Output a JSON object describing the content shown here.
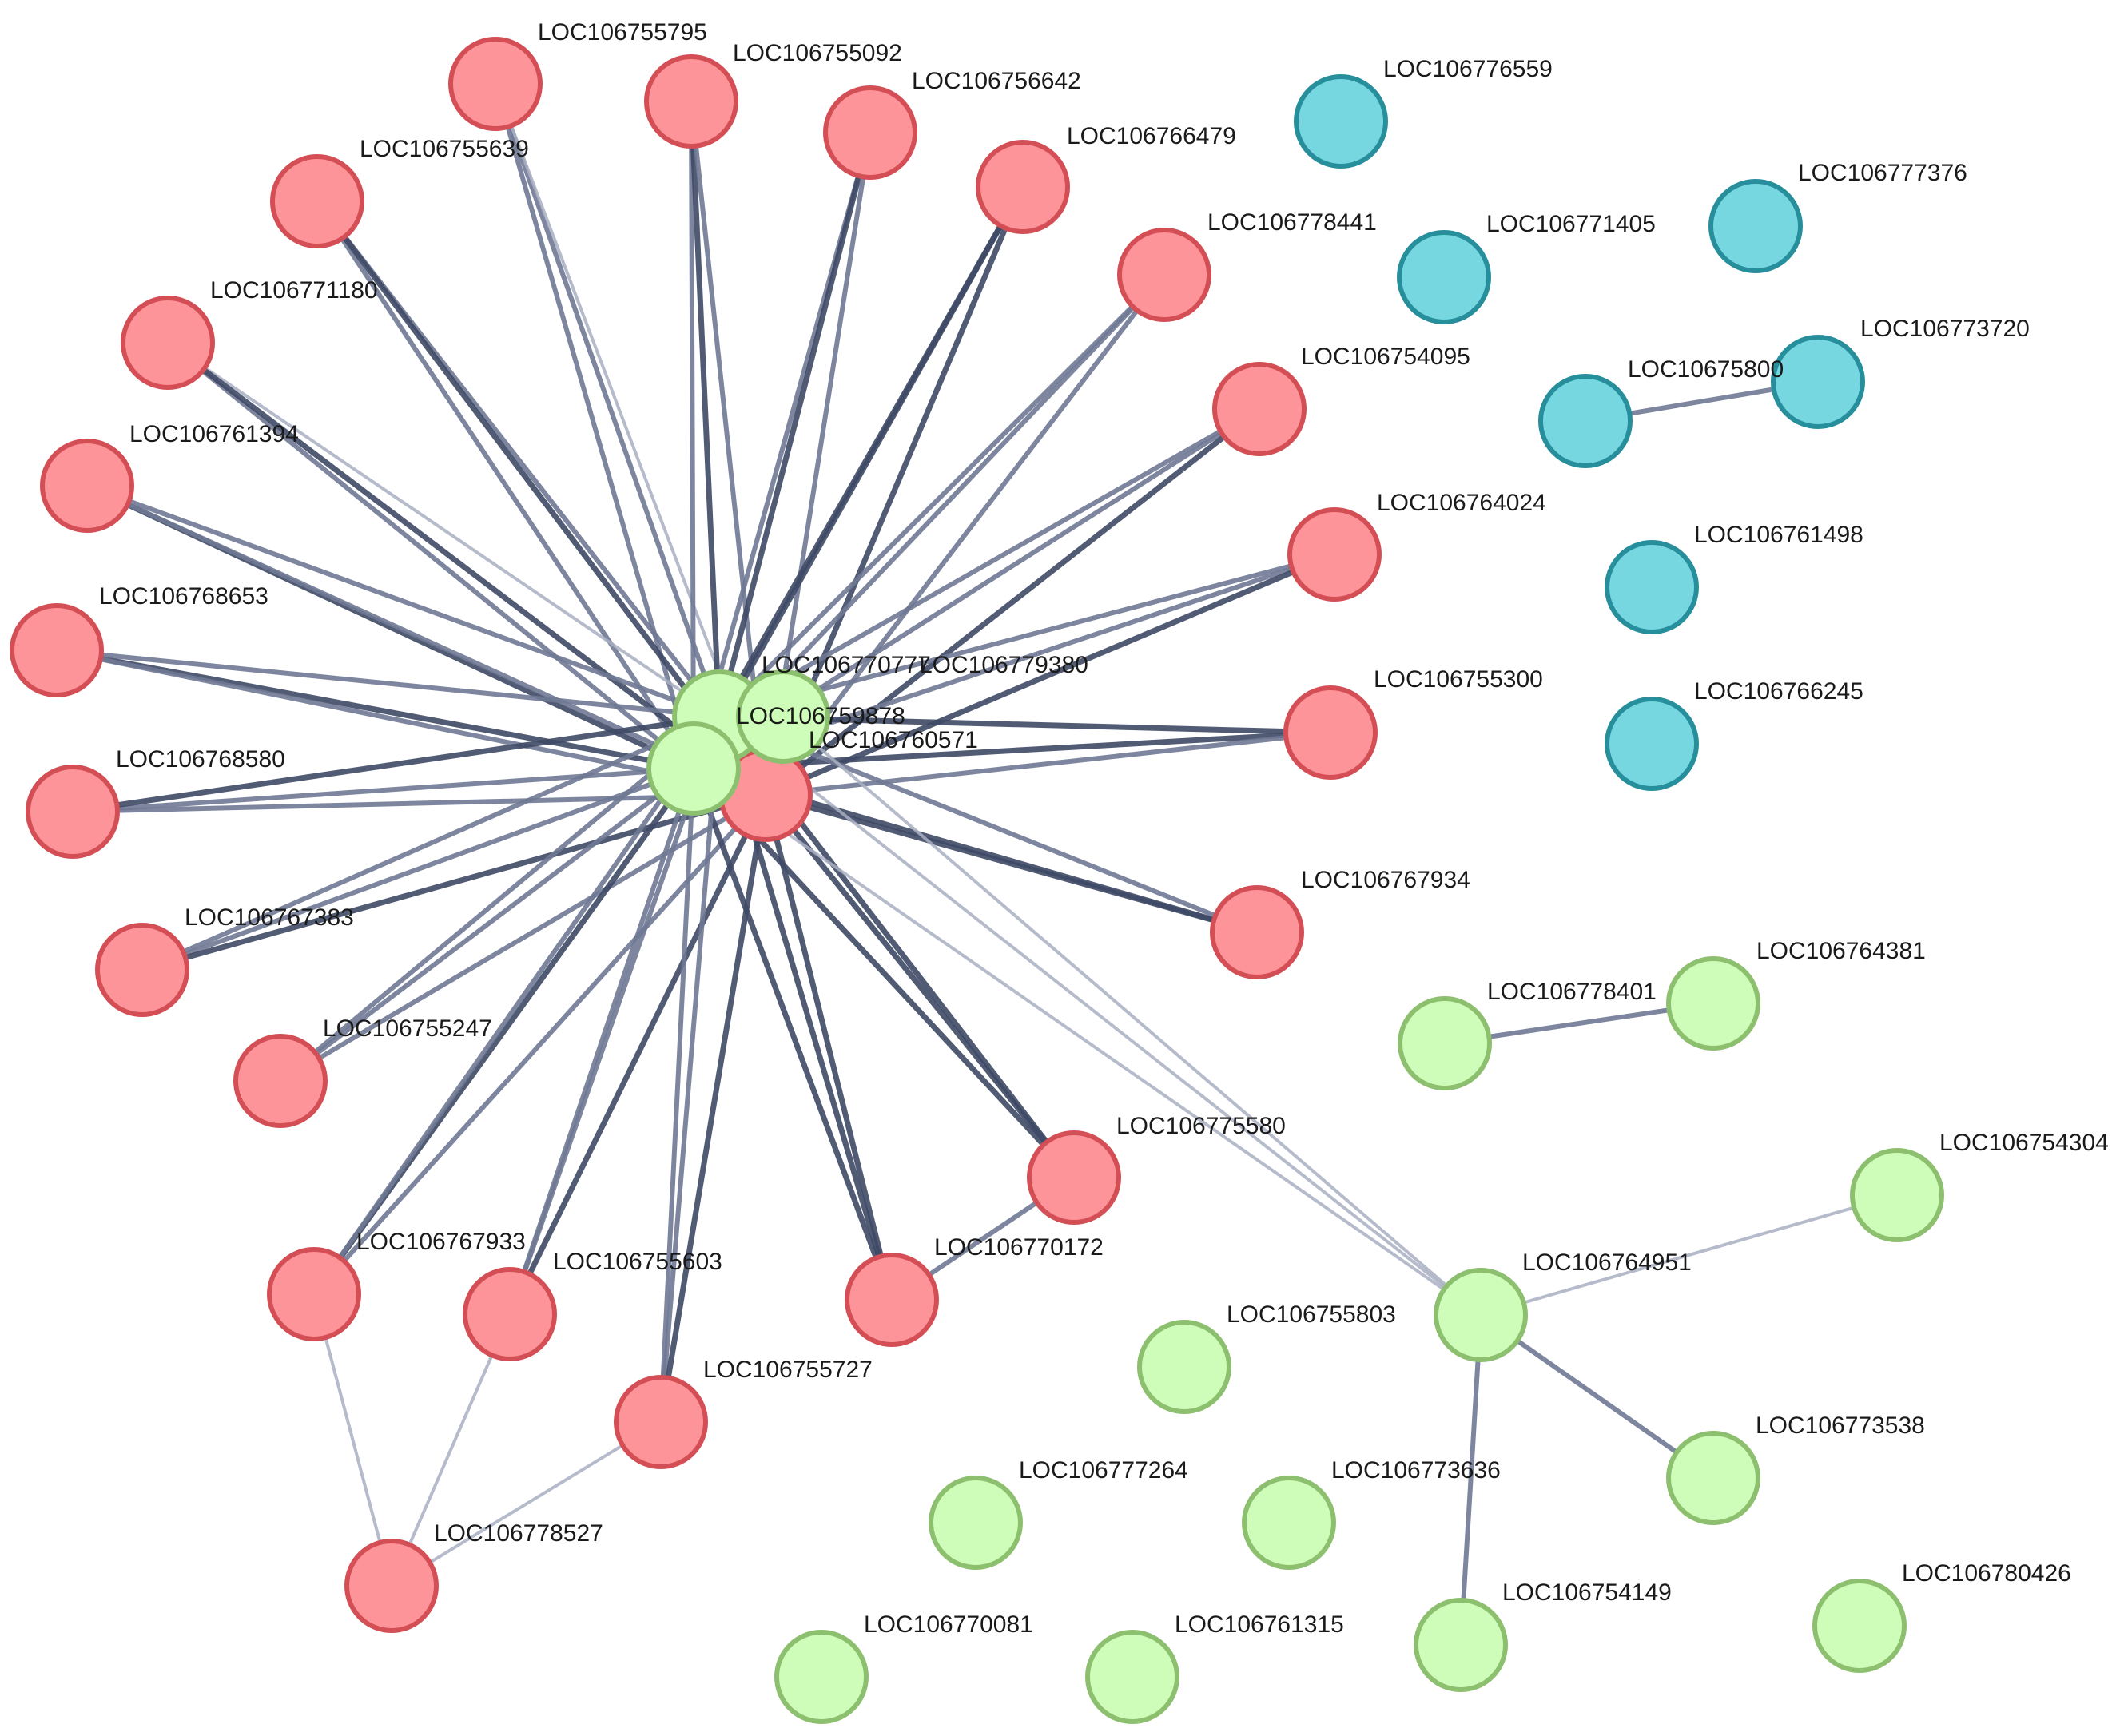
{
  "colors": {
    "red": {
      "fill": "#fd9499",
      "stroke": "#d44f55"
    },
    "green": {
      "fill": "#cdfdb8",
      "stroke": "#8cbf6e"
    },
    "cyan": {
      "fill": "#76d7e0",
      "stroke": "#278e9c"
    },
    "edge_strong": "#3f4a66",
    "edge_medium": "#6f7994",
    "edge_light": "#aab0c2"
  },
  "nodes": [
    {
      "id": "LOC106755795",
      "label": "LOC106755795",
      "group": "red"
    },
    {
      "id": "LOC106755092",
      "label": "LOC106755092",
      "group": "red"
    },
    {
      "id": "LOC106756642",
      "label": "LOC106756642",
      "group": "red"
    },
    {
      "id": "LOC106766479",
      "label": "LOC106766479",
      "group": "red"
    },
    {
      "id": "LOC106755639",
      "label": "LOC106755639",
      "group": "red"
    },
    {
      "id": "LOC106778441",
      "label": "LOC106778441",
      "group": "red"
    },
    {
      "id": "LOC106771180",
      "label": "LOC106771180",
      "group": "red"
    },
    {
      "id": "LOC106754095",
      "label": "LOC106754095",
      "group": "red"
    },
    {
      "id": "LOC106761394",
      "label": "LOC106761394",
      "group": "red"
    },
    {
      "id": "LOC106764024",
      "label": "LOC106764024",
      "group": "red"
    },
    {
      "id": "LOC106768653",
      "label": "LOC106768653",
      "group": "red"
    },
    {
      "id": "LOC106755300",
      "label": "LOC106755300",
      "group": "red"
    },
    {
      "id": "LOC106768580",
      "label": "LOC106768580",
      "group": "red"
    },
    {
      "id": "LOC106767934",
      "label": "LOC106767934",
      "group": "red"
    },
    {
      "id": "LOC106767383",
      "label": "LOC106767383",
      "group": "red"
    },
    {
      "id": "LOC106755247",
      "label": "LOC106755247",
      "group": "red"
    },
    {
      "id": "LOC106775580",
      "label": "LOC106775580",
      "group": "red"
    },
    {
      "id": "LOC106767933",
      "label": "LOC106767933",
      "group": "red"
    },
    {
      "id": "LOC106755603",
      "label": "LOC106755603",
      "group": "red"
    },
    {
      "id": "LOC106770172",
      "label": "LOC106770172",
      "group": "red"
    },
    {
      "id": "LOC106755727",
      "label": "LOC106755727",
      "group": "red"
    },
    {
      "id": "LOC106778527",
      "label": "LOC106778527",
      "group": "red"
    },
    {
      "id": "LOC106760571",
      "label": "LOC106760571",
      "group": "red"
    },
    {
      "id": "LOC106770777",
      "label": "LOC106770777",
      "group": "green"
    },
    {
      "id": "LOC106779380",
      "label": "LOC106779380",
      "group": "green"
    },
    {
      "id": "LOC106759878",
      "label": "LOC106759878",
      "group": "green"
    },
    {
      "id": "LOC106776559",
      "label": "LOC106776559",
      "group": "cyan"
    },
    {
      "id": "LOC106777376",
      "label": "LOC106777376",
      "group": "cyan"
    },
    {
      "id": "LOC106771405",
      "label": "LOC106771405",
      "group": "cyan"
    },
    {
      "id": "LOC106773720",
      "label": "LOC106773720",
      "group": "cyan"
    },
    {
      "id": "LOC10675800",
      "label": "LOC10675800",
      "group": "cyan"
    },
    {
      "id": "LOC106761498",
      "label": "LOC106761498",
      "group": "cyan"
    },
    {
      "id": "LOC106766245",
      "label": "LOC106766245",
      "group": "cyan"
    },
    {
      "id": "LOC106764381",
      "label": "LOC106764381",
      "group": "green"
    },
    {
      "id": "LOC106778401",
      "label": "LOC106778401",
      "group": "green"
    },
    {
      "id": "LOC106754304",
      "label": "LOC106754304",
      "group": "green"
    },
    {
      "id": "LOC106764951",
      "label": "LOC106764951",
      "group": "green"
    },
    {
      "id": "LOC106755803",
      "label": "LOC106755803",
      "group": "green"
    },
    {
      "id": "LOC106773538",
      "label": "LOC106773538",
      "group": "green"
    },
    {
      "id": "LOC106777264",
      "label": "LOC106777264",
      "group": "green"
    },
    {
      "id": "LOC106773636",
      "label": "LOC106773636",
      "group": "green"
    },
    {
      "id": "LOC106780426",
      "label": "LOC106780426",
      "group": "green"
    },
    {
      "id": "LOC106754149",
      "label": "LOC106754149",
      "group": "green"
    },
    {
      "id": "LOC106770081",
      "label": "LOC106770081",
      "group": "green"
    },
    {
      "id": "LOC106761315",
      "label": "LOC106761315",
      "group": "green"
    }
  ],
  "edges": [
    {
      "source": "LOC106755795",
      "target": "LOC106759878",
      "strength": "medium"
    },
    {
      "source": "LOC106755795",
      "target": "LOC106770777",
      "strength": "medium"
    },
    {
      "source": "LOC106755795",
      "target": "LOC106760571",
      "strength": "light"
    },
    {
      "source": "LOC106755092",
      "target": "LOC106759878",
      "strength": "medium"
    },
    {
      "source": "LOC106755092",
      "target": "LOC106770777",
      "strength": "strong"
    },
    {
      "source": "LOC106755092",
      "target": "LOC106760571",
      "strength": "medium"
    },
    {
      "source": "LOC106756642",
      "target": "LOC106759878",
      "strength": "medium"
    },
    {
      "source": "LOC106756642",
      "target": "LOC106770777",
      "strength": "strong"
    },
    {
      "source": "LOC106756642",
      "target": "LOC106760571",
      "strength": "medium"
    },
    {
      "source": "LOC106766479",
      "target": "LOC106759878",
      "strength": "strong"
    },
    {
      "source": "LOC106766479",
      "target": "LOC106770777",
      "strength": "strong"
    },
    {
      "source": "LOC106766479",
      "target": "LOC106760571",
      "strength": "strong"
    },
    {
      "source": "LOC106755639",
      "target": "LOC106759878",
      "strength": "medium"
    },
    {
      "source": "LOC106755639",
      "target": "LOC106770777",
      "strength": "medium"
    },
    {
      "source": "LOC106755639",
      "target": "LOC106760571",
      "strength": "strong"
    },
    {
      "source": "LOC106778441",
      "target": "LOC106759878",
      "strength": "medium"
    },
    {
      "source": "LOC106778441",
      "target": "LOC106770777",
      "strength": "medium"
    },
    {
      "source": "LOC106778441",
      "target": "LOC106760571",
      "strength": "medium"
    },
    {
      "source": "LOC106771180",
      "target": "LOC106759878",
      "strength": "medium"
    },
    {
      "source": "LOC106771180",
      "target": "LOC106770777",
      "strength": "light"
    },
    {
      "source": "LOC106771180",
      "target": "LOC106760571",
      "strength": "strong"
    },
    {
      "source": "LOC106754095",
      "target": "LOC106759878",
      "strength": "medium"
    },
    {
      "source": "LOC106754095",
      "target": "LOC106770777",
      "strength": "medium"
    },
    {
      "source": "LOC106754095",
      "target": "LOC106760571",
      "strength": "strong"
    },
    {
      "source": "LOC106761394",
      "target": "LOC106759878",
      "strength": "strong"
    },
    {
      "source": "LOC106761394",
      "target": "LOC106770777",
      "strength": "medium"
    },
    {
      "source": "LOC106761394",
      "target": "LOC106760571",
      "strength": "medium"
    },
    {
      "source": "LOC106764024",
      "target": "LOC106759878",
      "strength": "medium"
    },
    {
      "source": "LOC106764024",
      "target": "LOC106770777",
      "strength": "medium"
    },
    {
      "source": "LOC106764024",
      "target": "LOC106760571",
      "strength": "strong"
    },
    {
      "source": "LOC106768653",
      "target": "LOC106759878",
      "strength": "strong"
    },
    {
      "source": "LOC106768653",
      "target": "LOC106770777",
      "strength": "medium"
    },
    {
      "source": "LOC106768653",
      "target": "LOC106760571",
      "strength": "medium"
    },
    {
      "source": "LOC106755300",
      "target": "LOC106759878",
      "strength": "strong"
    },
    {
      "source": "LOC106755300",
      "target": "LOC106770777",
      "strength": "strong"
    },
    {
      "source": "LOC106755300",
      "target": "LOC106760571",
      "strength": "medium"
    },
    {
      "source": "LOC106768580",
      "target": "LOC106759878",
      "strength": "medium"
    },
    {
      "source": "LOC106768580",
      "target": "LOC106770777",
      "strength": "strong"
    },
    {
      "source": "LOC106768580",
      "target": "LOC106760571",
      "strength": "medium"
    },
    {
      "source": "LOC106767934",
      "target": "LOC106759878",
      "strength": "strong"
    },
    {
      "source": "LOC106767934",
      "target": "LOC106770777",
      "strength": "medium"
    },
    {
      "source": "LOC106767934",
      "target": "LOC106760571",
      "strength": "strong"
    },
    {
      "source": "LOC106767383",
      "target": "LOC106759878",
      "strength": "medium"
    },
    {
      "source": "LOC106767383",
      "target": "LOC106770777",
      "strength": "medium"
    },
    {
      "source": "LOC106767383",
      "target": "LOC106760571",
      "strength": "strong"
    },
    {
      "source": "LOC106755247",
      "target": "LOC106759878",
      "strength": "medium"
    },
    {
      "source": "LOC106755247",
      "target": "LOC106770777",
      "strength": "medium"
    },
    {
      "source": "LOC106755247",
      "target": "LOC106760571",
      "strength": "medium"
    },
    {
      "source": "LOC106775580",
      "target": "LOC106759878",
      "strength": "strong"
    },
    {
      "source": "LOC106775580",
      "target": "LOC106770777",
      "strength": "strong"
    },
    {
      "source": "LOC106775580",
      "target": "LOC106760571",
      "strength": "strong"
    },
    {
      "source": "LOC106767933",
      "target": "LOC106759878",
      "strength": "strong"
    },
    {
      "source": "LOC106767933",
      "target": "LOC106770777",
      "strength": "medium"
    },
    {
      "source": "LOC106767933",
      "target": "LOC106760571",
      "strength": "medium"
    },
    {
      "source": "LOC106755603",
      "target": "LOC106759878",
      "strength": "medium"
    },
    {
      "source": "LOC106755603",
      "target": "LOC106770777",
      "strength": "medium"
    },
    {
      "source": "LOC106755603",
      "target": "LOC106760571",
      "strength": "strong"
    },
    {
      "source": "LOC106770172",
      "target": "LOC106759878",
      "strength": "strong"
    },
    {
      "source": "LOC106770172",
      "target": "LOC106770777",
      "strength": "strong"
    },
    {
      "source": "LOC106770172",
      "target": "LOC106760571",
      "strength": "strong"
    },
    {
      "source": "LOC106770172",
      "target": "LOC106775580",
      "strength": "medium"
    },
    {
      "source": "LOC106755727",
      "target": "LOC106759878",
      "strength": "medium"
    },
    {
      "source": "LOC106755727",
      "target": "LOC106770777",
      "strength": "medium"
    },
    {
      "source": "LOC106755727",
      "target": "LOC106760571",
      "strength": "strong"
    },
    {
      "source": "LOC106778527",
      "target": "LOC106767933",
      "strength": "light"
    },
    {
      "source": "LOC106778527",
      "target": "LOC106755603",
      "strength": "light"
    },
    {
      "source": "LOC106778527",
      "target": "LOC106755727",
      "strength": "light"
    },
    {
      "source": "LOC106764951",
      "target": "LOC106759878",
      "strength": "light"
    },
    {
      "source": "LOC106764951",
      "target": "LOC106770777",
      "strength": "light"
    },
    {
      "source": "LOC106764951",
      "target": "LOC106779380",
      "strength": "light"
    },
    {
      "source": "LOC106764951",
      "target": "LOC106754304",
      "strength": "light"
    },
    {
      "source": "LOC106764951",
      "target": "LOC106773538",
      "strength": "medium"
    },
    {
      "source": "LOC106764951",
      "target": "LOC106754149",
      "strength": "medium"
    },
    {
      "source": "LOC106778401",
      "target": "LOC106764381",
      "strength": "medium"
    },
    {
      "source": "LOC10675800",
      "target": "LOC106773720",
      "strength": "medium"
    }
  ]
}
